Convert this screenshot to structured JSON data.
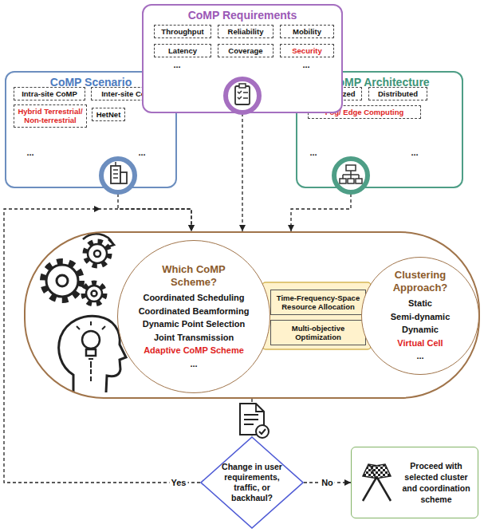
{
  "diagram": {
    "nodes": [
      {
        "text": [
          "CoMP Requirements"
        ]
      },
      {
        "text": [
          "Throughput"
        ],
        "in": 0
      },
      {
        "text": [
          "Reliability"
        ],
        "in": 0
      },
      {
        "text": [
          "Mobility"
        ],
        "in": 0
      },
      {
        "text": [
          "Latency"
        ],
        "in": 0
      },
      {
        "text": [
          "Coverage"
        ],
        "in": 0
      },
      {
        "text": [
          "Security"
        ],
        "in": 0
      },
      {
        "text": [
          "CoMP Scenario"
        ]
      },
      {
        "text": [
          "Intra-site CoMP"
        ],
        "in": 7
      },
      {
        "text": [
          "Inter-site CoMP"
        ],
        "in": 7
      },
      {
        "text": [
          "Hybrid Terrestrial/ Non-terrestrial"
        ],
        "in": 7
      },
      {
        "text": [
          "HetNet"
        ],
        "in": 7
      },
      {
        "text": [
          "CoMP Architecture"
        ]
      },
      {
        "text": [
          "Centralized"
        ],
        "in": 12
      },
      {
        "text": [
          "Distributed"
        ],
        "in": 12
      },
      {
        "text": [
          "Fog/ Edge Computing"
        ],
        "in": 12
      },
      {
        "text": []
      },
      {
        "text": [
          "Which CoMP Scheme?",
          "Coordinated Scheduling",
          "Coordinated Beamforming",
          "Dynamic Point Selection",
          "Joint Transmission",
          "Adaptive CoMP Scheme",
          "..."
        ],
        "in": 16
      },
      {
        "text": [
          "Time-Frequency-Space Resource Allocation"
        ],
        "in": 16
      },
      {
        "text": [
          "Multi-objective Optimization"
        ],
        "in": 16
      },
      {
        "text": [
          "Clustering Approach?",
          "Static",
          "Semi-dynamic",
          "Dynamic",
          "Virtual Cell",
          "..."
        ],
        "in": 16
      },
      {
        "text": [
          "Change in user requirements, traffic, or backhaul?"
        ]
      },
      {
        "text": [
          "Proceed with selected cluster and coordination scheme"
        ]
      }
    ],
    "edges": [
      {
        "from": 7,
        "to": 16,
        "arrow": "to"
      },
      {
        "from": 0,
        "to": 16,
        "arrow": "to"
      },
      {
        "from": 12,
        "to": 16,
        "arrow": "to"
      },
      {
        "from": 16,
        "to": 21,
        "arrow": "to"
      },
      {
        "from": 21,
        "to": 16,
        "label": "Yes",
        "arrow": "to"
      },
      {
        "from": 21,
        "to": 22,
        "label": "No",
        "arrow": "to"
      }
    ],
    "labels": [
      "...",
      "...",
      "...",
      "...",
      "...",
      "..."
    ]
  }
}
